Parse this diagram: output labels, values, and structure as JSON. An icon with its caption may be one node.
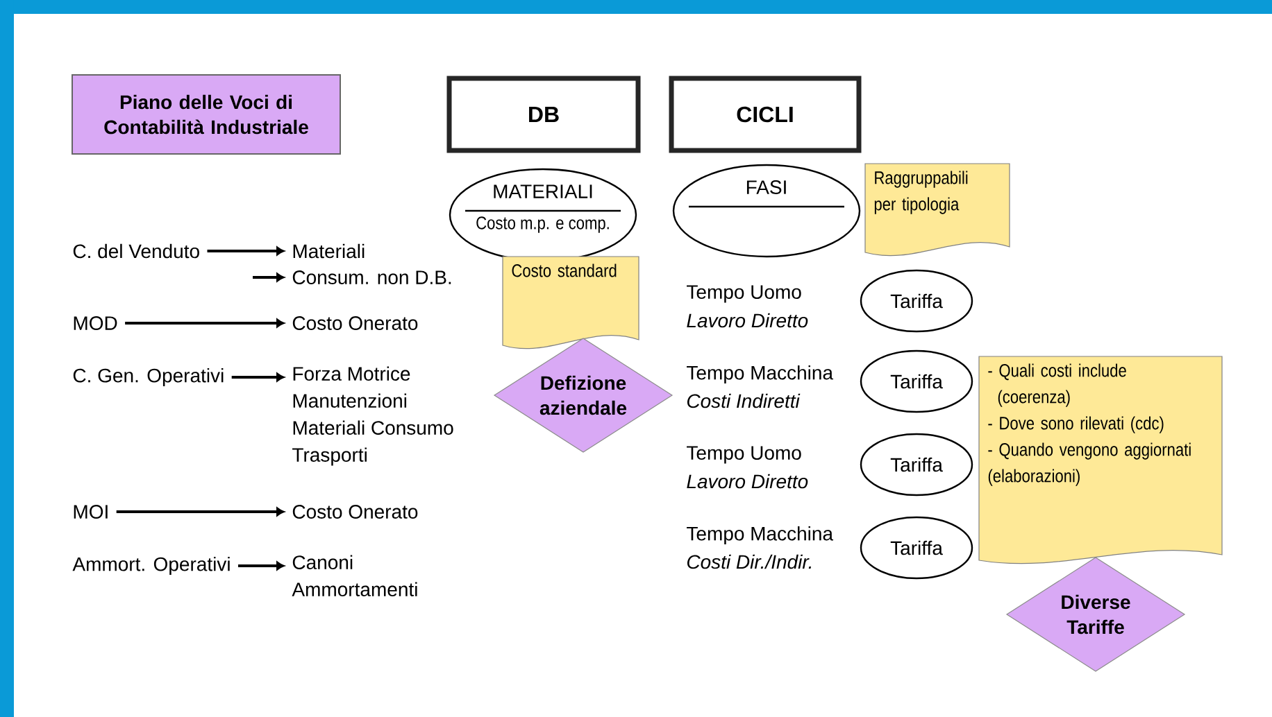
{
  "diagram": {
    "nodes": [
      {
        "text": [
          "Piano delle Voci di Contabilità Industriale"
        ]
      },
      {
        "text": [
          "DB"
        ]
      },
      {
        "text": [
          "CICLI"
        ]
      },
      {
        "text": [
          "MATERIALI",
          "Costo m.p. e comp."
        ]
      },
      {
        "text": [
          "FASI"
        ]
      },
      {
        "text": [
          "Raggruppabili per tipologia"
        ]
      },
      {
        "text": [
          "Costo standard"
        ]
      },
      {
        "text": [
          "Defizione aziendale"
        ]
      },
      {
        "text": [
          "C. del Venduto"
        ]
      },
      {
        "text": [
          "Materiali"
        ]
      },
      {
        "text": [
          "Consum. non D.B."
        ]
      },
      {
        "text": [
          "MOD"
        ]
      },
      {
        "text": [
          "Costo Onerato"
        ]
      },
      {
        "text": [
          "C. Gen. Operativi"
        ]
      },
      {
        "text": [
          "Forza Motrice",
          "Manutenzioni",
          "Materiali Consumo",
          "Trasporti"
        ]
      },
      {
        "text": [
          "MOI"
        ]
      },
      {
        "text": [
          "Costo Onerato"
        ]
      },
      {
        "text": [
          "Ammort. Operativi"
        ]
      },
      {
        "text": [
          "Canoni",
          "Ammortamenti"
        ]
      },
      {
        "text": [
          "Tariffa"
        ]
      },
      {
        "text": [
          "Tariffa"
        ]
      },
      {
        "text": [
          "Tariffa"
        ]
      },
      {
        "text": [
          "Tariffa"
        ]
      },
      {
        "text": [
          "- Quali costi include (coerenza)",
          "- Dove sono rilevati (cdc)",
          "- Quando vengono aggiornati (elaborazioni)"
        ]
      },
      {
        "text": [
          "Diverse Tariffe"
        ]
      }
    ],
    "edges": [
      {
        "from": 8,
        "to": 9,
        "arrow": "to"
      },
      {
        "from": null,
        "to": 10,
        "arrow": "to"
      },
      {
        "from": 11,
        "to": 12,
        "arrow": "to"
      },
      {
        "from": 13,
        "to": 14,
        "arrow": "to"
      },
      {
        "from": 15,
        "to": 16,
        "arrow": "to"
      },
      {
        "from": 17,
        "to": 18,
        "arrow": "to"
      }
    ],
    "labels": [
      "Tempo Uomo",
      "Lavoro Diretto",
      "Tempo Macchina",
      "Costi Indiretti",
      "Tempo Uomo",
      "Lavoro Diretto",
      "Tempo Macchina",
      "Costi Dir./Indir."
    ]
  }
}
